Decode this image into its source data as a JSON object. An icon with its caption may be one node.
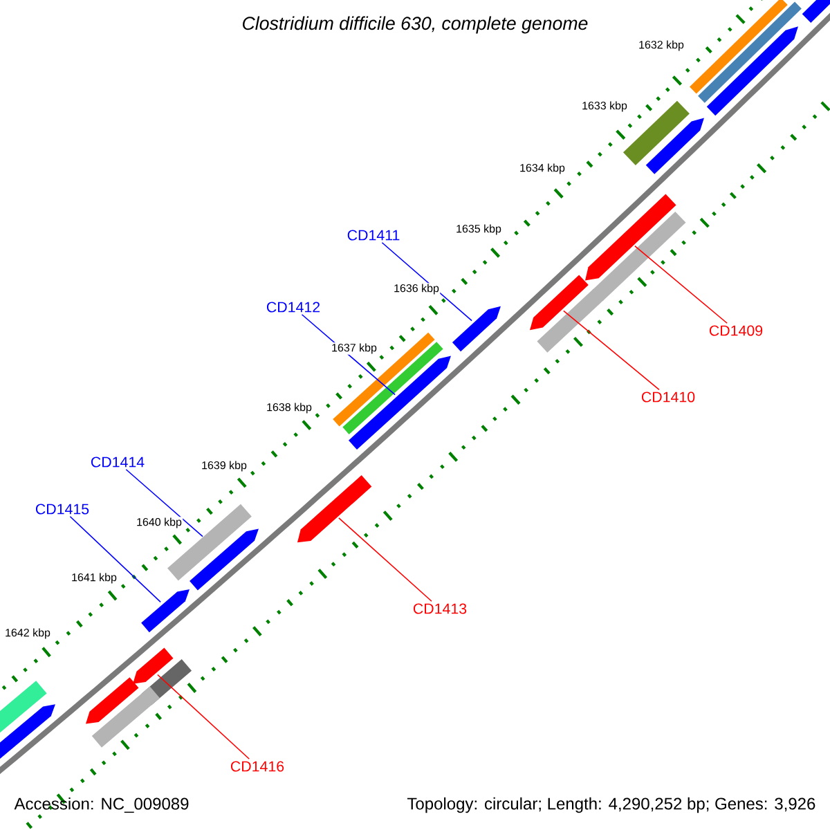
{
  "diagram": {
    "title": "Clostridium difficile 630, complete genome",
    "nodes": [
      {
        "text": [
          "CD1411"
        ]
      },
      {
        "text": [
          "CD1412"
        ]
      },
      {
        "text": [
          "CD1409"
        ]
      },
      {
        "text": [
          "CD1410"
        ]
      },
      {
        "text": [
          "CD1414"
        ]
      },
      {
        "text": [
          "CD1415"
        ]
      },
      {
        "text": [
          "CD1413"
        ]
      },
      {
        "text": [
          "CD1416"
        ]
      },
      {
        "text": [],
        "shape": "bar"
      },
      {
        "text": [],
        "shape": "bar"
      },
      {
        "text": [],
        "shape": "bar"
      },
      {
        "text": [],
        "shape": "bar"
      },
      {
        "text": [],
        "shape": "bar"
      },
      {
        "text": [],
        "shape": "bar"
      },
      {
        "text": [],
        "shape": "bar"
      },
      {
        "text": [],
        "shape": "bar"
      },
      {
        "text": [],
        "shape": "bar"
      },
      {
        "text": [],
        "shape": "bar"
      },
      {
        "text": [],
        "shape": "bar"
      },
      {
        "text": [],
        "shape": "bar"
      },
      {
        "text": [],
        "shape": "bar"
      },
      {
        "text": [],
        "shape": "bar"
      },
      {
        "text": [],
        "shape": "bar"
      },
      {
        "text": [],
        "shape": "bar"
      },
      {
        "text": [],
        "shape": "bar"
      },
      {
        "text": [],
        "shape": "bar"
      },
      {
        "text": [],
        "shape": "bar"
      },
      {
        "text": [],
        "shape": "bar"
      },
      {
        "text": [],
        "shape": "bar"
      },
      {
        "text": [],
        "shape": "bar"
      },
      {
        "text": [],
        "shape": "bar"
      },
      {
        "text": [],
        "shape": "bar"
      }
    ],
    "edges": [
      {
        "from": 0,
        "to": 17,
        "arrow": "none",
        "color": "#0000ff"
      },
      {
        "from": 1,
        "to": 21,
        "arrow": "none",
        "color": "#0000ff"
      },
      {
        "from": 2,
        "to": 14,
        "arrow": "none",
        "color": "#ff0000"
      },
      {
        "from": 3,
        "to": 16,
        "arrow": "none",
        "color": "#ff0000"
      },
      {
        "from": 4,
        "to": 23,
        "arrow": "none",
        "color": "#0000ff"
      },
      {
        "from": 5,
        "to": 25,
        "arrow": "none",
        "color": "#0000ff"
      },
      {
        "from": 6,
        "to": 22,
        "arrow": "none",
        "color": "#ff0000"
      },
      {
        "from": 7,
        "to": 26,
        "arrow": "none",
        "color": "#ff0000"
      }
    ],
    "labels": [
      "1632 kbp",
      "1633 kbp",
      "1634 kbp",
      "1635 kbp",
      "1636 kbp",
      "1637 kbp",
      "1638 kbp",
      "1639 kbp",
      "1640 kbp",
      "1641 kbp",
      "1642 kbp",
      "Accession: NC_009089",
      "Topology: circular; Length: 4,290,252 bp; Genes: 3,926"
    ]
  }
}
